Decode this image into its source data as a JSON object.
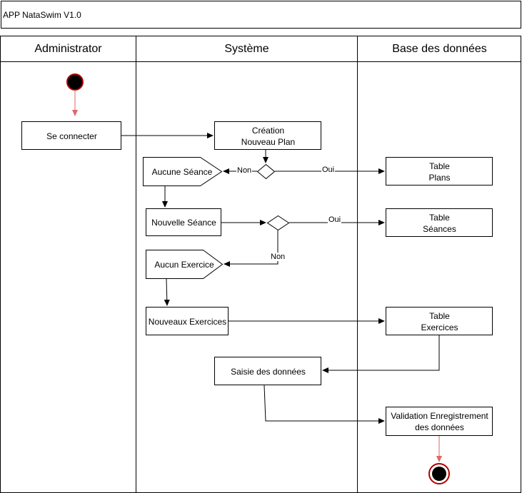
{
  "app_title": "APP NataSwim V1.0",
  "lanes": [
    "Administrator",
    "Système",
    "Base des données"
  ],
  "nodes": {
    "se_connecter": "Se connecter",
    "creation_plan": [
      "Création",
      "Nouveau Plan"
    ],
    "aucune_seance": "Aucune Séance",
    "nouvelle_seance": "Nouvelle Séance",
    "aucun_exercice": "Aucun Exercice",
    "nouveaux_exercices": "Nouveaux Exercices",
    "saisie": "Saisie des données",
    "table_plans": [
      "Table",
      "Plans"
    ],
    "table_seances": [
      "Table",
      "Séances"
    ],
    "table_exercices": [
      "Table",
      "Exercices"
    ],
    "validation": [
      "Validation Enregistrement",
      "des données"
    ]
  },
  "edge_labels": {
    "non_1": "Non",
    "oui_1": "Oui",
    "oui_2": "Oui",
    "non_2": "Non"
  },
  "colors": {
    "line": "#000000",
    "start_end_border": "#b20000",
    "start_end_arrow": "#e06666",
    "fill": "#ffffff"
  }
}
